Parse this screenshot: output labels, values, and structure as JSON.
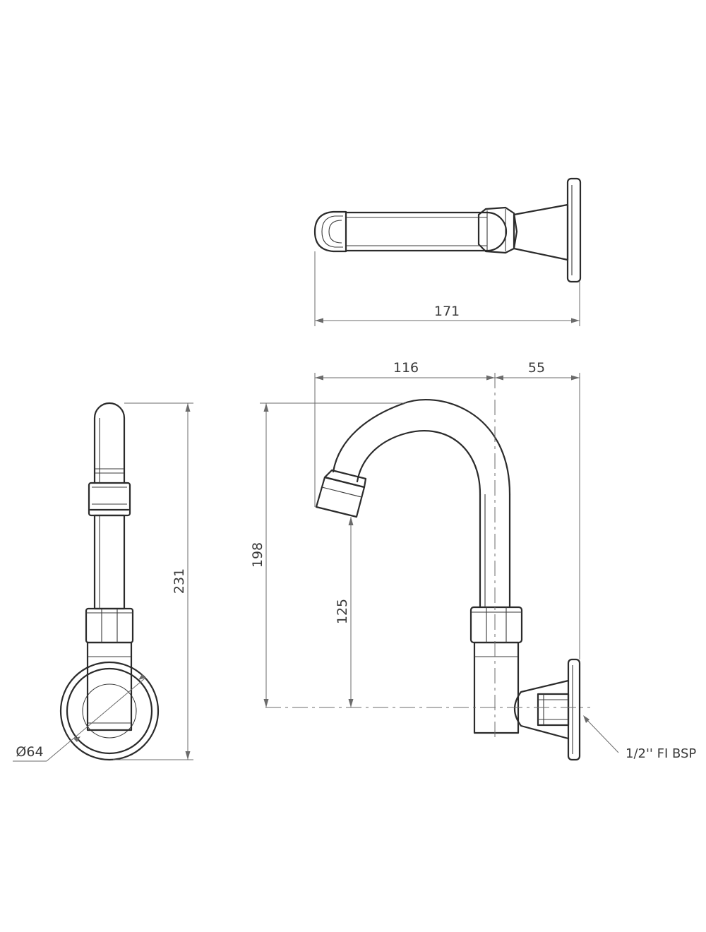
{
  "dimensions": {
    "top_total_width": "171",
    "spout_reach": "116",
    "wall_offset": "55",
    "total_height": "198",
    "spout_clearance": "125",
    "side_total_height": "231",
    "flange_diameter": "Ø64"
  },
  "callouts": {
    "thread": "1/2'' FI BSP"
  },
  "style": {
    "line_color": "#2b2b2b",
    "dimension_color": "#6b6b6b",
    "background": "#ffffff"
  }
}
